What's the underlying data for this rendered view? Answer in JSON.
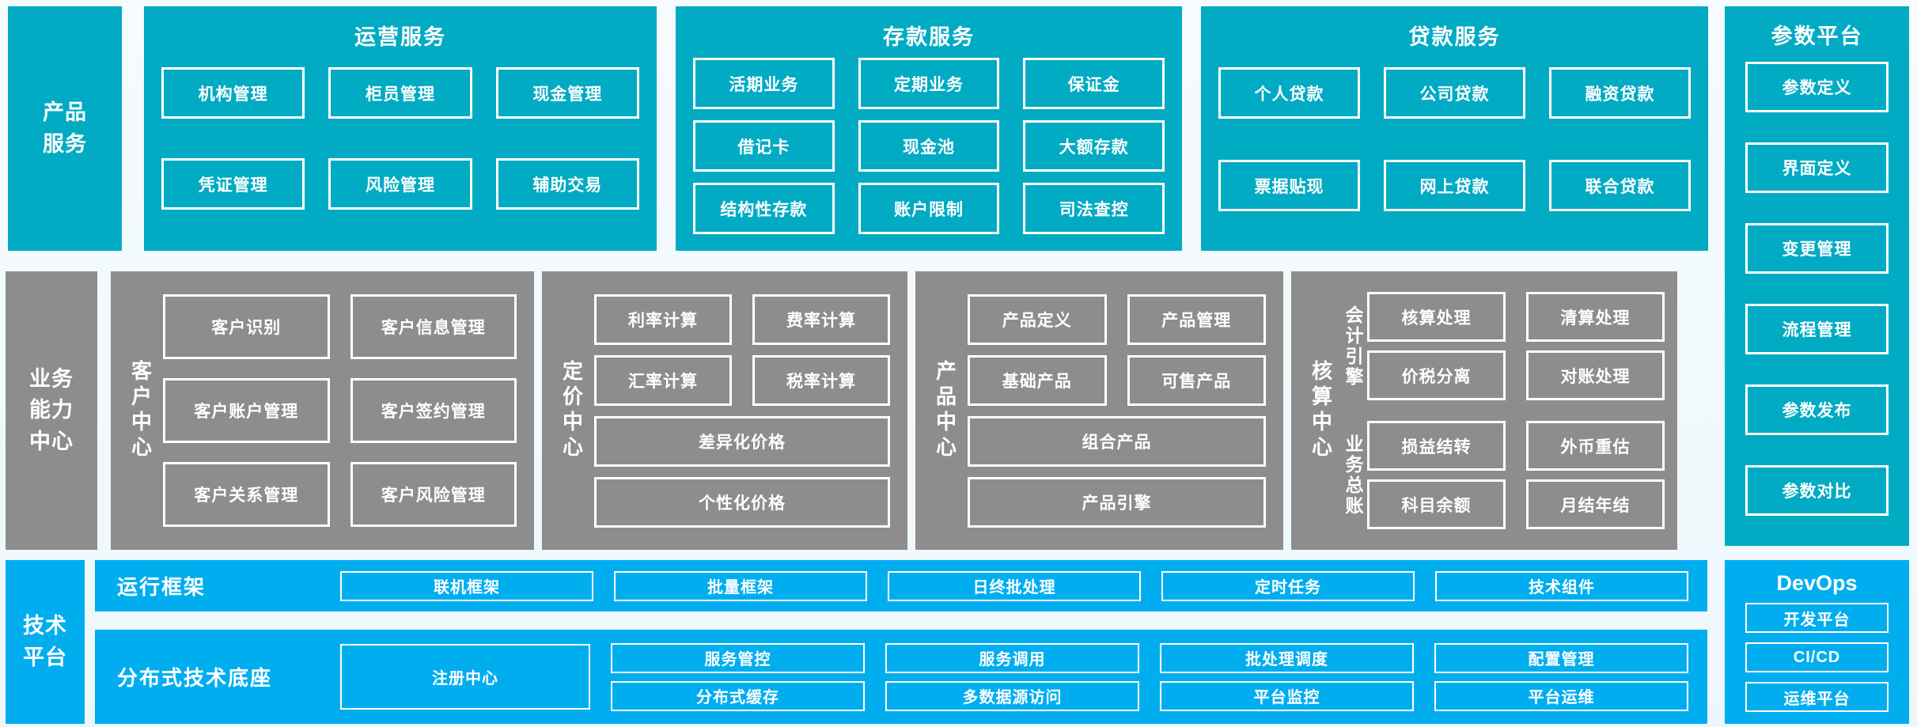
{
  "palette": {
    "teal": "#00abc3",
    "gray": "#8d8d8d",
    "azure": "#00aeef",
    "background": "#edf7fb",
    "box_border": "#ffffff"
  },
  "product_row": {
    "sidebar": "产品服务",
    "sections": [
      {
        "title": "运营服务",
        "boxes": [
          "机构管理",
          "柜员管理",
          "现金管理",
          "凭证管理",
          "风险管理",
          "辅助交易"
        ]
      },
      {
        "title": "存款服务",
        "boxes": [
          "活期业务",
          "定期业务",
          "保证金",
          "借记卡",
          "现金池",
          "大额存款",
          "结构性存款",
          "账户限制",
          "司法查控"
        ]
      },
      {
        "title": "贷款服务",
        "boxes": [
          "个人贷款",
          "公司贷款",
          "融资贷款",
          "票据贴现",
          "网上贷款",
          "联合贷款"
        ]
      }
    ]
  },
  "param_platform": {
    "title": "参数平台",
    "boxes": [
      "参数定义",
      "界面定义",
      "变更管理",
      "流程管理",
      "参数发布",
      "参数对比"
    ]
  },
  "capability_row": {
    "sidebar": "业务能力中心",
    "customer_center": {
      "label": "客户中心",
      "boxes": [
        "客户识别",
        "客户信息管理",
        "客户账户管理",
        "客户签约管理",
        "客户关系管理",
        "客户风险管理"
      ]
    },
    "pricing_center": {
      "label": "定价中心",
      "boxes": [
        "利率计算",
        "费率计算",
        "汇率计算",
        "税率计算"
      ],
      "wide_boxes": [
        "差异化价格",
        "个性化价格"
      ]
    },
    "product_center": {
      "label": "产品中心",
      "boxes": [
        "产品定义",
        "产品管理",
        "基础产品",
        "可售产品"
      ],
      "wide_boxes": [
        "组合产品",
        "产品引擎"
      ]
    },
    "accounting_center": {
      "label": "核算中心",
      "groups": [
        {
          "label": "会计引擎",
          "boxes": [
            "核算处理",
            "清算处理",
            "价税分离",
            "对账处理"
          ]
        },
        {
          "label": "业务总账",
          "boxes": [
            "损益结转",
            "外币重估",
            "科目余额",
            "月结年结"
          ]
        }
      ]
    }
  },
  "tech_row": {
    "sidebar": "技术平台",
    "runtime_framework": {
      "label": "运行框架",
      "boxes": [
        "联机框架",
        "批量框架",
        "日终批处理",
        "定时任务",
        "技术组件"
      ]
    },
    "distributed_base": {
      "label": "分布式技术底座",
      "registry_box": "注册中心",
      "boxes": [
        "服务管控",
        "服务调用",
        "批处理调度",
        "配置管理",
        "分布式缓存",
        "多数据源访问",
        "平台监控",
        "平台运维"
      ]
    }
  },
  "devops": {
    "title": "DevOps",
    "boxes": [
      "开发平台",
      "CI/CD",
      "运维平台"
    ]
  }
}
